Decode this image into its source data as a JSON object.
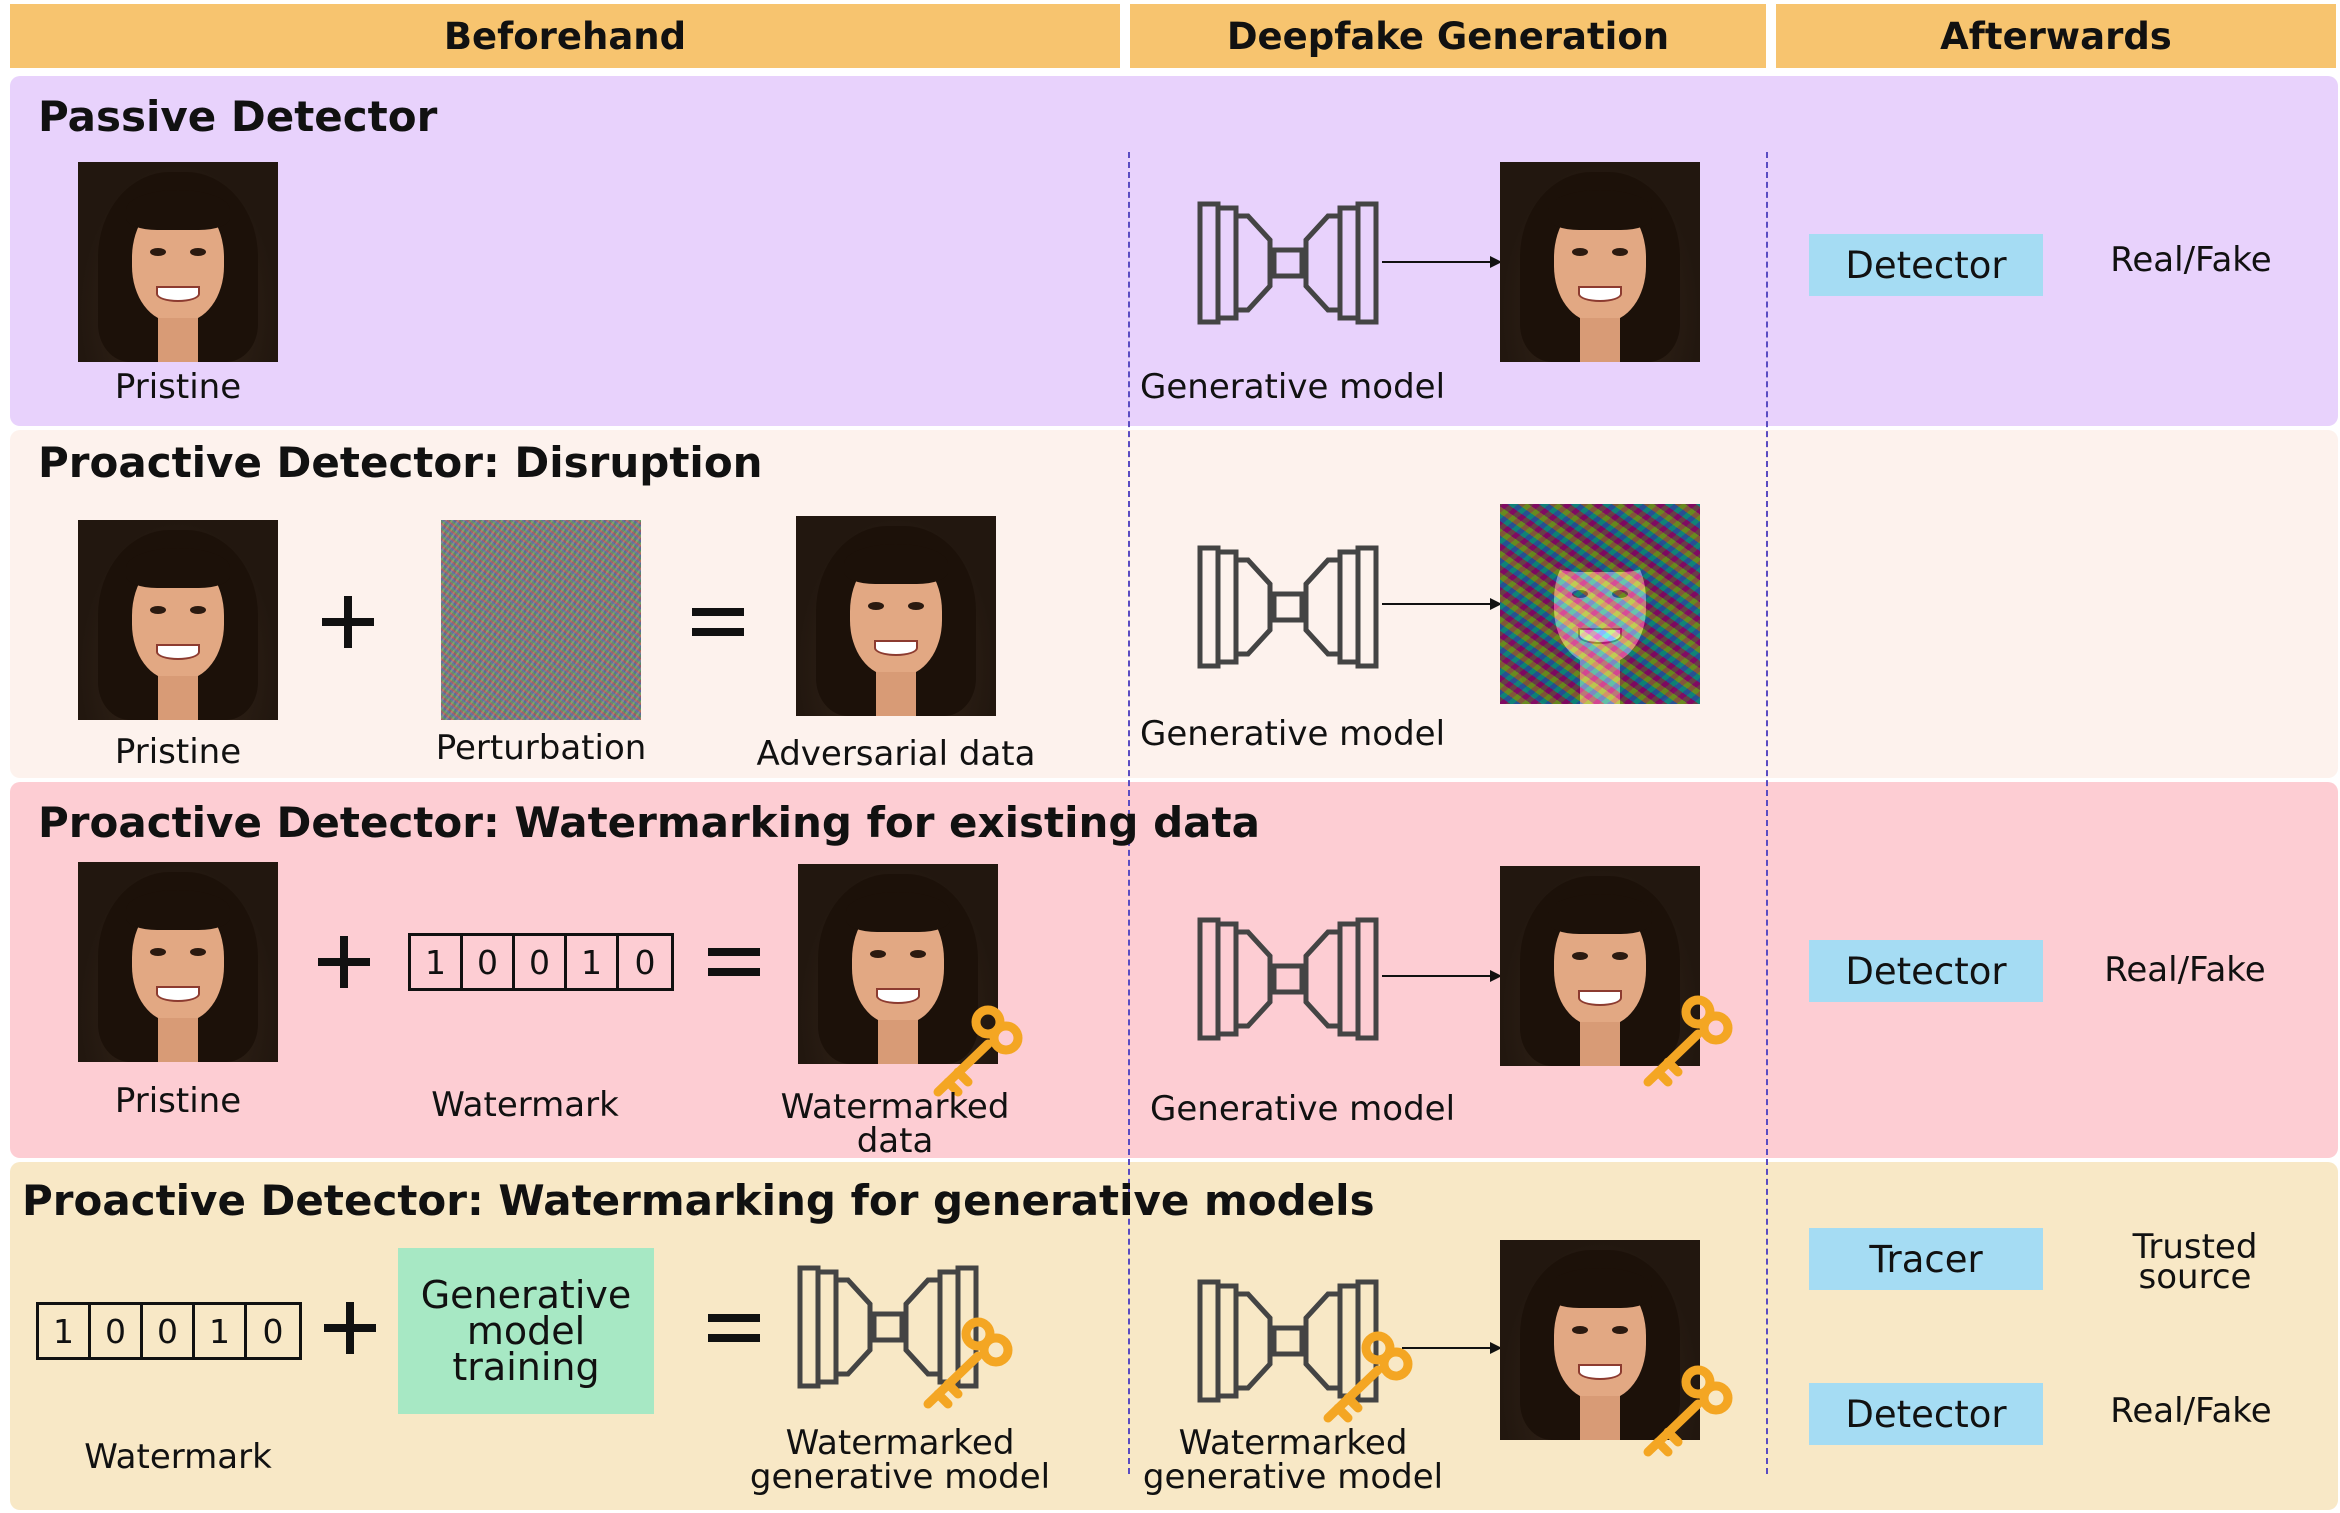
{
  "columns": [
    "Beforehand",
    "Deepfake Generation",
    "Afterwards"
  ],
  "colors": {
    "header": "#f7c46f",
    "passive": "#e8d2fc",
    "disruption": "#fdf2ed",
    "watermark_data": "#fdcdd3",
    "watermark_model": "#f8e8c6",
    "detector_box": "#a5dcf3",
    "training_box": "#a7e8c4",
    "key": "#f4a623",
    "divider": "#5a4cc2"
  },
  "rows": [
    {
      "title": "Passive Detector",
      "pristine_caption": "Pristine",
      "model_caption": "Generative model",
      "detector_label": "Detector",
      "output_label": "Real/Fake"
    },
    {
      "title": "Proactive Detector: Disruption",
      "pristine_caption": "Pristine",
      "perturbation_caption": "Perturbation",
      "adversarial_caption": "Adversarial data",
      "model_caption": "Generative model"
    },
    {
      "title": "Proactive Detector: Watermarking for existing data",
      "pristine_caption": "Pristine",
      "watermark_caption": "Watermark",
      "watermark_bits": [
        "1",
        "0",
        "0",
        "1",
        "0"
      ],
      "watermarked_caption": "Watermarked\ndata",
      "model_caption": "Generative model",
      "detector_label": "Detector",
      "output_label": "Real/Fake"
    },
    {
      "title": "Proactive Detector: Watermarking for generative models",
      "watermark_caption": "Watermark",
      "watermark_bits": [
        "1",
        "0",
        "0",
        "1",
        "0"
      ],
      "training_label": "Generative\nmodel\ntraining",
      "watermarked_model_caption": "Watermarked\ngenerative model",
      "model_caption": "Watermarked\ngenerative model",
      "tracer_label": "Tracer",
      "tracer_output": "Trusted\nsource",
      "detector_label": "Detector",
      "output_label": "Real/Fake"
    }
  ],
  "icons": {
    "model": "encoder-decoder-icon",
    "key": "key-icon",
    "plus": "plus-icon",
    "equals": "equals-icon"
  }
}
